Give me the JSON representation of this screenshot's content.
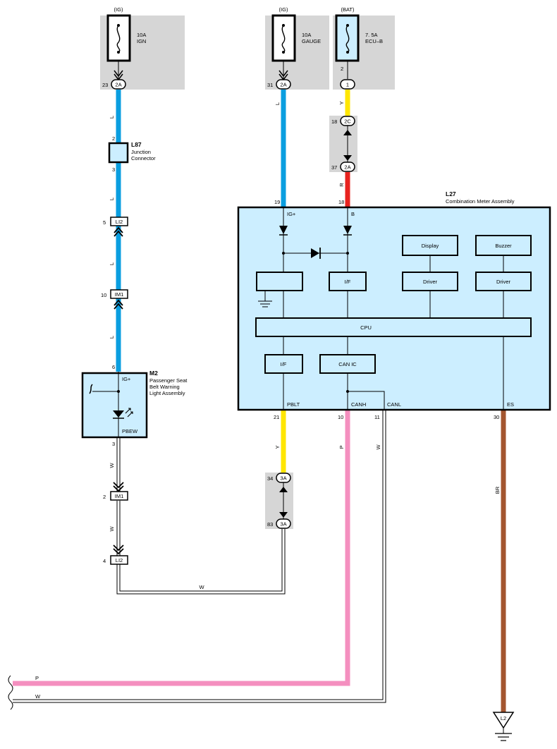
{
  "fuse_ign": {
    "power": "(IG)",
    "rating": "10A",
    "name": "IGN",
    "pin_left": "23",
    "conn": "2A"
  },
  "fuse_gauge": {
    "power": "(IG)",
    "rating": "10A",
    "name": "GAUGE",
    "pin_left": "31",
    "conn": "2A"
  },
  "fuse_ecub": {
    "power": "(BAT)",
    "rating": "7. 5A",
    "name": "ECU–B",
    "pin_top": "2",
    "conn": "1"
  },
  "j2c": {
    "pin": "18",
    "conn": "2C"
  },
  "j2a": {
    "pin": "37",
    "conn": "2A"
  },
  "l87": {
    "code": "L87",
    "line1": "Junction",
    "line2": "Connector",
    "pin_top": "2",
    "pin_bottom": "3"
  },
  "li2_top": {
    "pin": "5",
    "conn": "LI2"
  },
  "im1_top": {
    "pin": "10",
    "conn": "IM1"
  },
  "m2": {
    "code": "M2",
    "line1": "Passenger Seat",
    "line2": "Belt Warning",
    "line3": "Light Assembly",
    "pin_top": "6",
    "pin_bottom": "3",
    "ig_label": "IG+",
    "out_label": "PBEW"
  },
  "im1_bottom": {
    "pin": "2",
    "conn": "IM1"
  },
  "li2_bottom": {
    "pin": "4",
    "conn": "LI2"
  },
  "j3a_top": {
    "pin": "34",
    "conn": "3A"
  },
  "j3a_bottom": {
    "pin": "83",
    "conn": "3A"
  },
  "l27": {
    "code": "L27",
    "name": "Combination Meter Assembly",
    "pin_ig": "19",
    "pin_b": "18",
    "ig_label": "IG+",
    "b_label": "B",
    "display": "Display",
    "buzzer": "Buzzer",
    "if1": "I/F",
    "driver1": "Driver",
    "driver2": "Driver",
    "cpu": "CPU",
    "if2": "I/F",
    "canic": "CAN IC",
    "pblt": "PBLT",
    "canh": "CANH",
    "canl": "CANL",
    "es": "ES",
    "pin_pblt": "21",
    "pin_canh": "10",
    "pin_canl": "11",
    "pin_es": "30"
  },
  "wire_colors": {
    "ign_a": "L",
    "ign_b": "L",
    "ign_c": "L",
    "ign_d": "L",
    "gauge": "L",
    "ecub": "Y",
    "j2a": "R",
    "m2_out": "W",
    "im1_li2": "W",
    "li2_3a": "W",
    "pblt": "Y",
    "canh": "P",
    "canl": "W",
    "es": "BR",
    "bus_p": "P",
    "bus_w": "W"
  },
  "ground": {
    "label": "L2"
  },
  "colors": {
    "blue": "#0a9ee0",
    "yellow": "#ffe600",
    "red": "#e8231f",
    "pink": "#f48fbf",
    "brown": "#a3552f",
    "fill": "#cceeff",
    "gray": "#d6d6d6"
  }
}
